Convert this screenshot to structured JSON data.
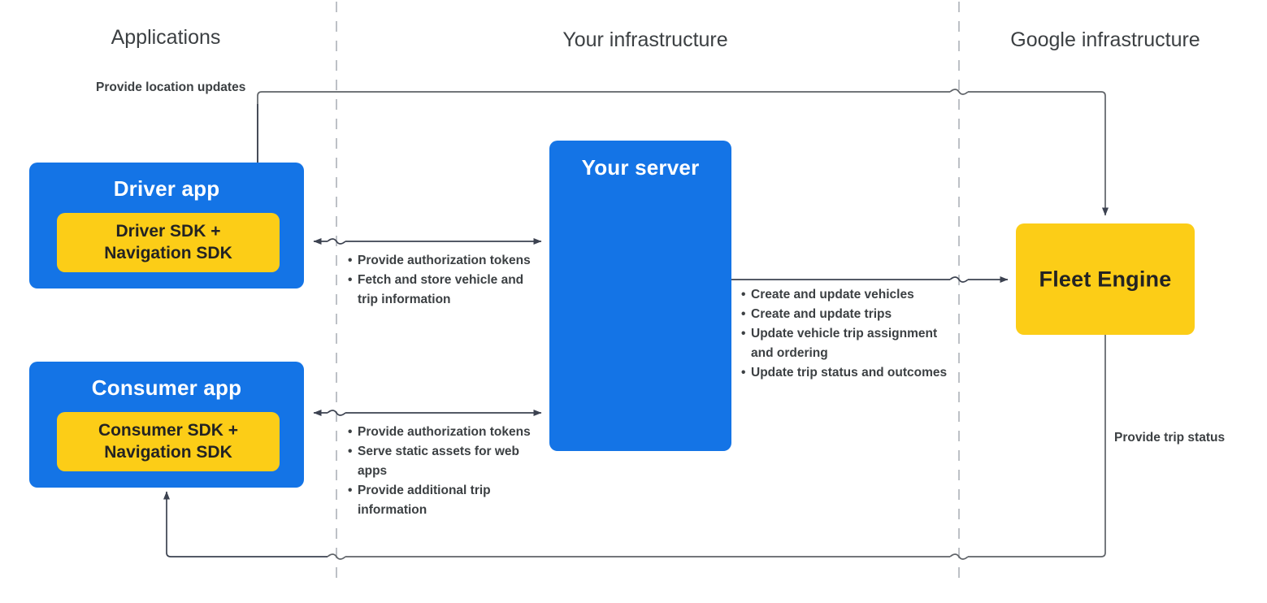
{
  "columns": [
    {
      "id": "applications",
      "label": "Applications"
    },
    {
      "id": "your-infrastructure",
      "label": "Your infrastructure"
    },
    {
      "id": "google-infrastructure",
      "label": "Google infrastructure"
    }
  ],
  "nodes": {
    "driver_app": {
      "title": "Driver app",
      "sdk": "Driver SDK +\nNavigation SDK"
    },
    "consumer_app": {
      "title": "Consumer app",
      "sdk": "Consumer SDK +\nNavigation SDK"
    },
    "your_server": {
      "title": "Your server"
    },
    "fleet_engine": {
      "title": "Fleet Engine"
    }
  },
  "edges": {
    "location_updates": {
      "label": "Provide location updates"
    },
    "trip_status": {
      "label": "Provide trip status"
    },
    "driver_server": {
      "bullets": [
        "Provide authorization tokens",
        "Fetch and store vehicle and trip information"
      ]
    },
    "consumer_server": {
      "bullets": [
        "Provide authorization tokens",
        "Serve static assets for web apps",
        "Provide additional trip information"
      ]
    },
    "server_fleet": {
      "bullets": [
        "Create and update vehicles",
        "Create and update trips",
        "Update vehicle trip assignment and ordering",
        "Update trip status and outcomes"
      ]
    }
  },
  "colors": {
    "blue": "#1474E6",
    "yellow": "#FCCD17",
    "text_dark": "#3c4043",
    "line": "#5f6368",
    "arrow": "#3c4250",
    "divider": "#bdc1c6"
  }
}
